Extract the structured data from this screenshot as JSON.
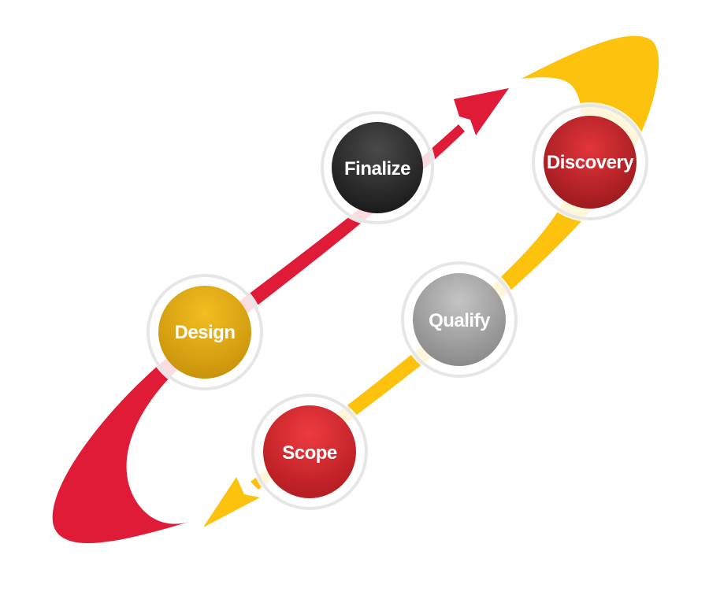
{
  "steps": [
    {
      "label": "Discovery",
      "color": "#b51f24"
    },
    {
      "label": "Qualify",
      "color": "#9a9a9a"
    },
    {
      "label": "Scope",
      "color": "#d42a2f"
    },
    {
      "label": "Design",
      "color": "#e3ad16"
    },
    {
      "label": "Finalize",
      "color": "#2b2b2b"
    }
  ],
  "arrows": {
    "left_color": "#e01b38",
    "right_color": "#fcc20e"
  }
}
